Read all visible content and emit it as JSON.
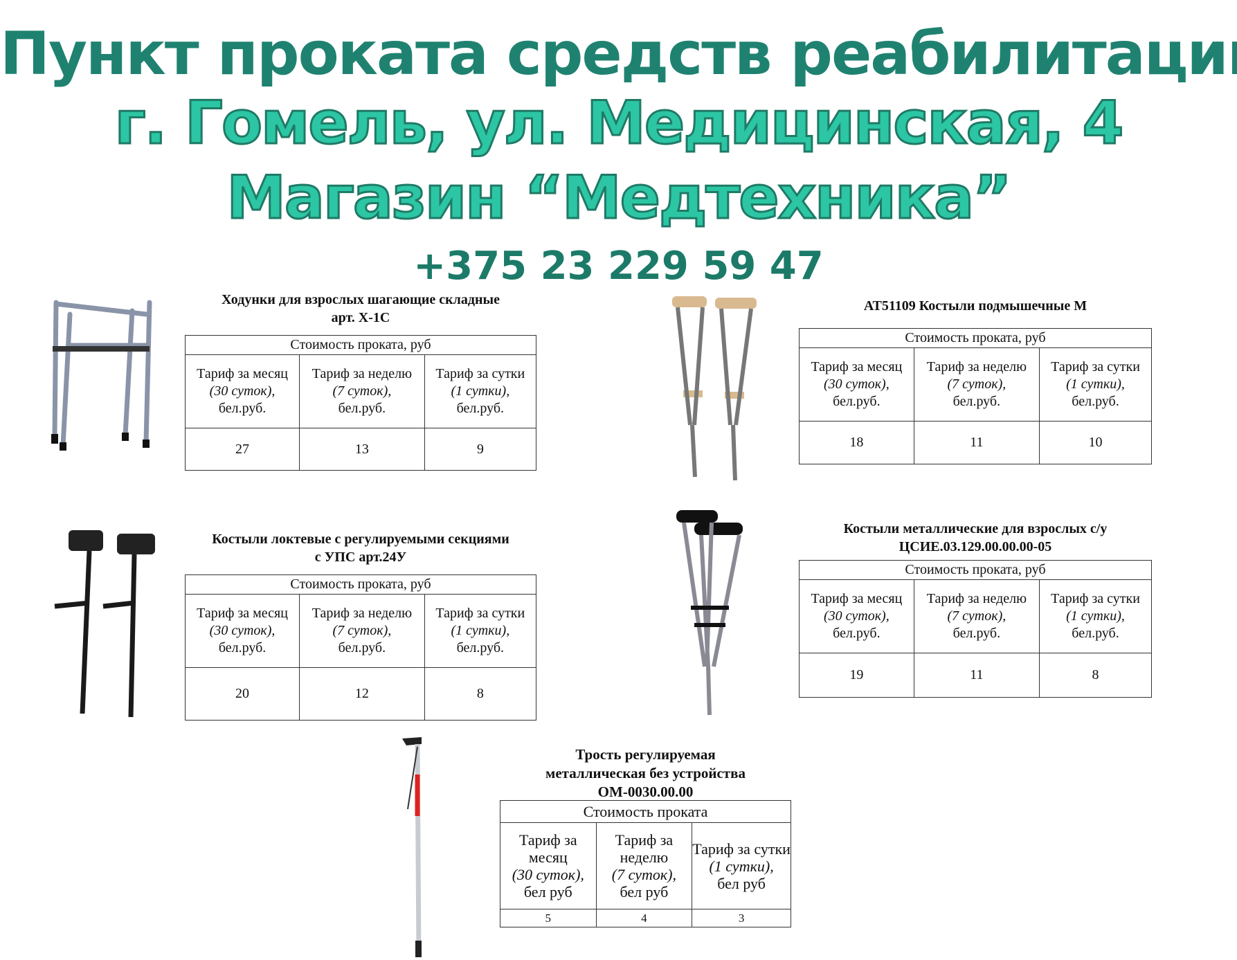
{
  "header": {
    "line1": "Пункт проката средств реабилитации",
    "line2": "г. Гомель,  ул. Медицинская, 4",
    "line3": "Магазин “Медтехника”",
    "phone": "+375 23 229 59 47"
  },
  "products": [
    {
      "title": [
        "Ходунки для взрослых шагающие складные",
        "арт. Х-1С"
      ],
      "caption": "Стоимость проката, руб",
      "cols": [
        {
          "a": "Тариф за месяц",
          "b": "(30 суток),",
          "c": "бел.руб."
        },
        {
          "a": "Тариф за неделю",
          "b": "(7 суток),",
          "c": "бел.руб."
        },
        {
          "a": "Тариф за сутки",
          "b": "(1 сутки),",
          "c": "бел.руб."
        }
      ],
      "values": [
        "27",
        "13",
        "9"
      ]
    },
    {
      "title": [
        "Костыли локтевые с регулируемыми секциями",
        "с УПС арт.24У"
      ],
      "caption": "Стоимость проката, руб",
      "cols": [
        {
          "a": "Тариф за месяц",
          "b": "(30 суток),",
          "c": "бел.руб."
        },
        {
          "a": "Тариф за неделю",
          "b": "(7 суток),",
          "c": "бел.руб."
        },
        {
          "a": "Тариф за сутки",
          "b": "(1 сутки),",
          "c": "бел.руб."
        }
      ],
      "values": [
        "20",
        "12",
        "8"
      ]
    },
    {
      "title": [
        "АТ51109 Костыли подмышечные  М"
      ],
      "caption": "Стоимость проката, руб",
      "cols": [
        {
          "a": "Тариф за месяц",
          "b": "(30 суток),",
          "c": "бел.руб."
        },
        {
          "a": "Тариф за неделю",
          "b": "(7 суток),",
          "c": "бел.руб."
        },
        {
          "a": "Тариф за сутки",
          "b": "(1 сутки),",
          "c": "бел.руб."
        }
      ],
      "values": [
        "18",
        "11",
        "10"
      ]
    },
    {
      "title": [
        "Костыли металлические для взрослых с/у",
        "ЦСИЕ.03.129.00.00.00-05"
      ],
      "caption": "Стоимость проката, руб",
      "cols": [
        {
          "a": "Тариф за месяц",
          "b": "(30 суток),",
          "c": "бел.руб."
        },
        {
          "a": "Тариф за неделю",
          "b": "(7 суток),",
          "c": "бел.руб."
        },
        {
          "a": "Тариф за сутки",
          "b": "(1 сутки),",
          "c": "бел.руб."
        }
      ],
      "values": [
        "19",
        "11",
        "8"
      ]
    },
    {
      "title": [
        "Трость регулируемая",
        "металлическая без устройства",
        "ОМ-0030.00.00"
      ],
      "caption": "Стоимость проката",
      "cols": [
        {
          "a": "Тариф за месяц",
          "b": "(30 суток),",
          "c": "бел руб"
        },
        {
          "a": "Тариф за неделю",
          "b": "(7 суток),",
          "c": "бел руб"
        },
        {
          "a": "Тариф за сутки",
          "b": "(1 сутки),",
          "c": "бел руб"
        }
      ],
      "values": [
        "5",
        "4",
        "3"
      ]
    }
  ]
}
